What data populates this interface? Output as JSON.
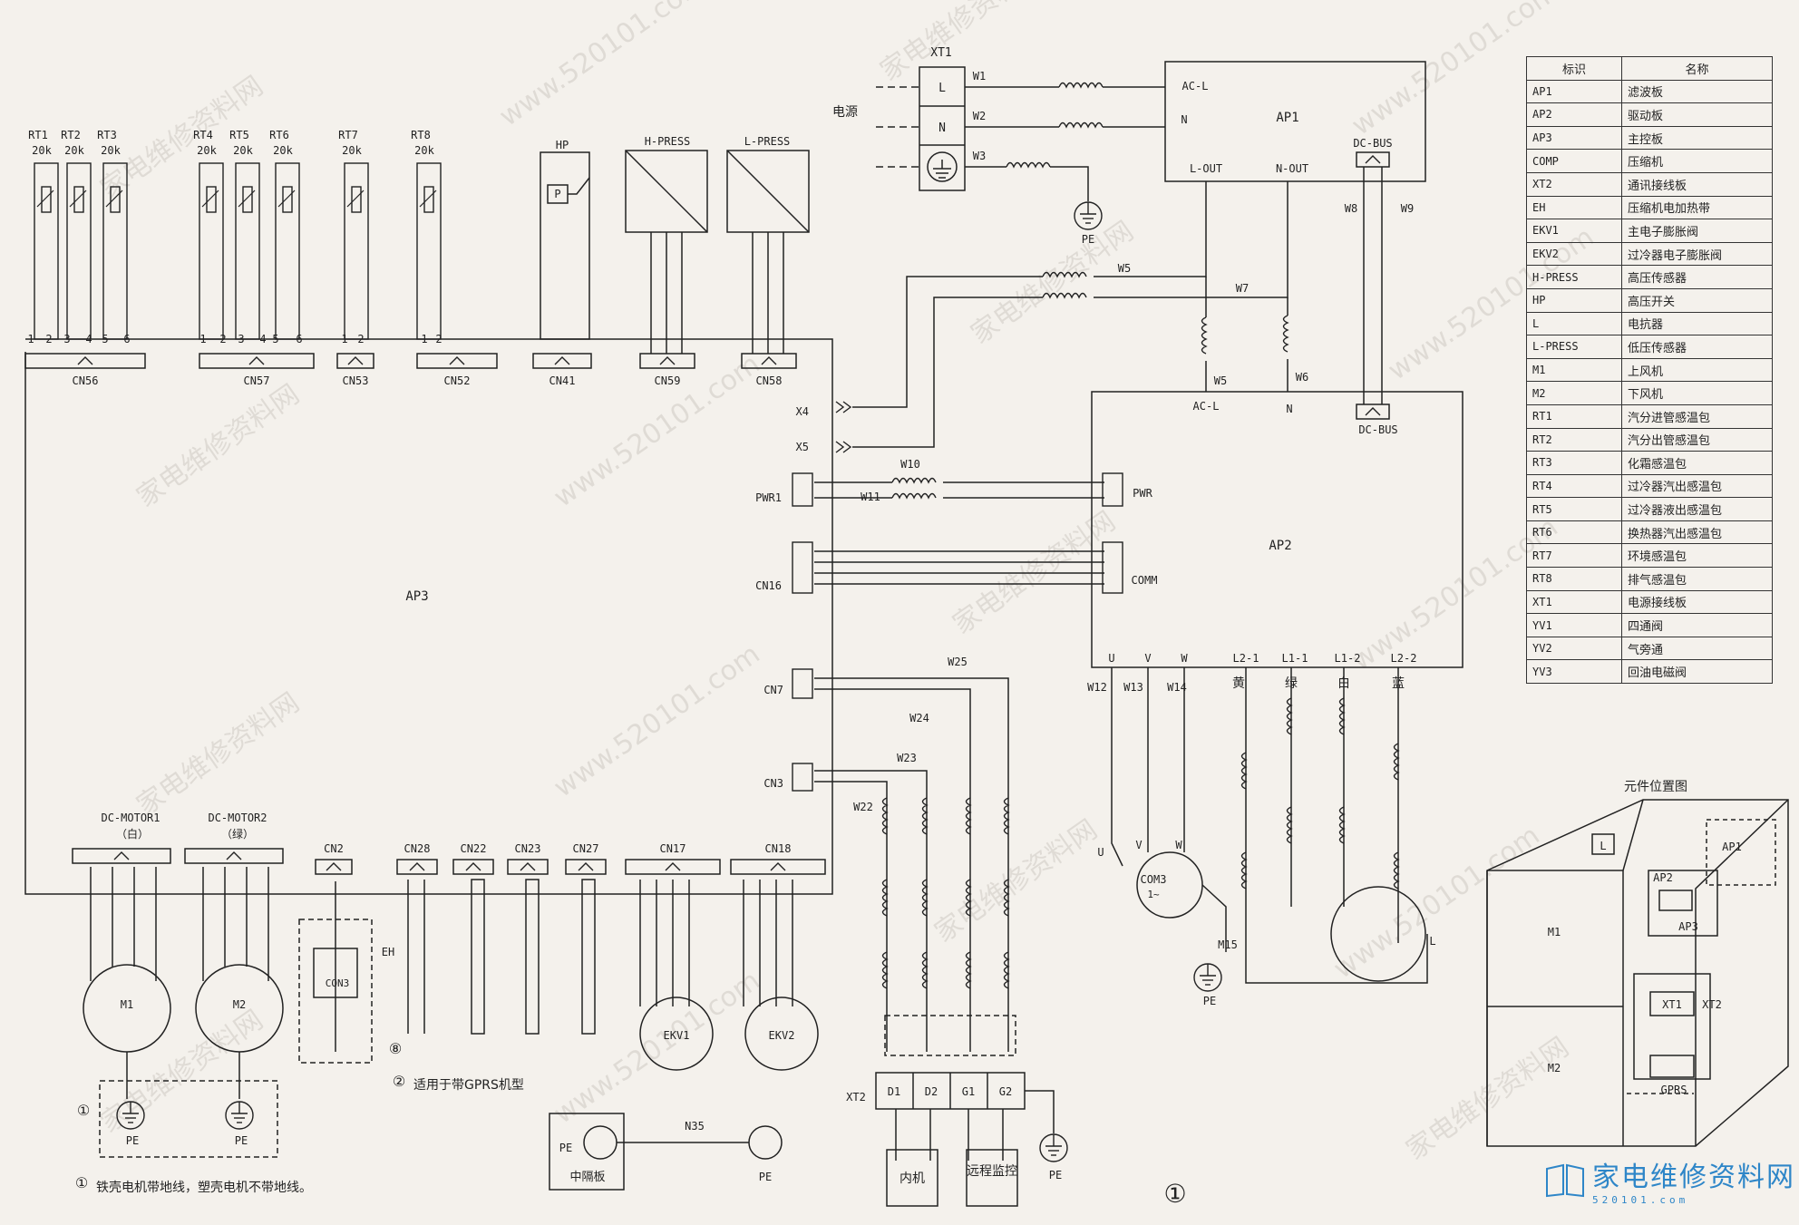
{
  "watermark": {
    "text_cn": "家电维修资料网",
    "text_url": "www.520101.com"
  },
  "power": {
    "terminal": "XT1",
    "label": "电源",
    "terminals": [
      "L",
      "N"
    ],
    "pe": "PE"
  },
  "boards": {
    "ap1": "AP1",
    "ap2": "AP2",
    "ap3": "AP3"
  },
  "ap1_ports": {
    "acl": "AC-L",
    "n": "N",
    "lout": "L-OUT",
    "nout": "N-OUT",
    "dcbus": "DC-BUS"
  },
  "ap2_ports": {
    "acl": "AC-L",
    "n": "N",
    "dcbus": "DC-BUS",
    "pwr": "PWR",
    "comm": "COMM",
    "outputs": [
      "U",
      "V",
      "W",
      "L2-1",
      "L1-1",
      "L1-2",
      "L2-2"
    ]
  },
  "ap3_ports": {
    "x4": "X4",
    "x5": "X5",
    "pwr1": "PWR1",
    "cn16": "CN16",
    "cn7": "CN7",
    "cn3": "CN3"
  },
  "wires": {
    "w1": "W1",
    "w2": "W2",
    "w3": "W3",
    "w5": "W5",
    "w5b": "W5",
    "w6": "W6",
    "w7": "W7",
    "w8": "W8",
    "w9": "W9",
    "w10": "W10",
    "w11": "W11",
    "w12": "W12",
    "w13": "W13",
    "w14": "W14",
    "w22": "W22",
    "w23": "W23",
    "w24": "W24",
    "w25": "W25",
    "n35": "N35",
    "m15": "M15"
  },
  "wire_colors": [
    "黄",
    "绿",
    "白",
    "蓝"
  ],
  "sensors": [
    {
      "name": "RT1",
      "value": "20k"
    },
    {
      "name": "RT2",
      "value": "20k"
    },
    {
      "name": "RT3",
      "value": "20k"
    },
    {
      "name": "RT4",
      "value": "20k"
    },
    {
      "name": "RT5",
      "value": "20k"
    },
    {
      "name": "RT6",
      "value": "20k"
    },
    {
      "name": "RT7",
      "value": "20k"
    },
    {
      "name": "RT8",
      "value": "20k"
    }
  ],
  "pin_numbers": [
    "1",
    "2",
    "3",
    "4",
    "5",
    "6"
  ],
  "pin_numbers_2": [
    "1",
    "2"
  ],
  "switches": {
    "hp": "HP",
    "hp_symbol": "P",
    "hpress": "H-PRESS",
    "lpress": "L-PRESS"
  },
  "top_connectors": [
    "CN56",
    "CN57",
    "CN53",
    "CN52",
    "CN41",
    "CN59",
    "CN58"
  ],
  "bottom_connectors": [
    "CN2",
    "CN28",
    "CN22",
    "CN23",
    "CN27",
    "CN17",
    "CN18"
  ],
  "motors": {
    "dc1": "DC-MOTOR1",
    "dc1_color": "（白）",
    "dc2": "DC-MOTOR2",
    "dc2_color": "（绿）",
    "m1": "M1",
    "m2": "M2",
    "ekv1": "EKV1",
    "ekv2": "EKV2",
    "eh": "EH",
    "con3": "CON3",
    "comp": "COM3",
    "comp_phase": "1~",
    "l": "L"
  },
  "xt2": {
    "name": "XT2",
    "terminals": [
      "D1",
      "D2",
      "G1",
      "G2"
    ],
    "indoor": "内机",
    "remote": "远程监控"
  },
  "middle_plate": "中隔板",
  "pe": "PE",
  "notes": {
    "n1_mark": "①",
    "n1": "铁壳电机带地线，塑壳电机不带地线。",
    "n2_mark": "②",
    "n2": "适用于带GPRS机型",
    "n8_mark": "⑧",
    "page_mark": "①"
  },
  "legend": {
    "headers": [
      "标识",
      "名称"
    ],
    "rows": [
      [
        "AP1",
        "滤波板"
      ],
      [
        "AP2",
        "驱动板"
      ],
      [
        "AP3",
        "主控板"
      ],
      [
        "COMP",
        "压缩机"
      ],
      [
        "XT2",
        "通讯接线板"
      ],
      [
        "EH",
        "压缩机电加热带"
      ],
      [
        "EKV1",
        "主电子膨胀阀"
      ],
      [
        "EKV2",
        "过冷器电子膨胀阀"
      ],
      [
        "H-PRESS",
        "高压传感器"
      ],
      [
        "HP",
        "高压开关"
      ],
      [
        "L",
        "电抗器"
      ],
      [
        "L-PRESS",
        "低压传感器"
      ],
      [
        "M1",
        "上风机"
      ],
      [
        "M2",
        "下风机"
      ],
      [
        "RT1",
        "汽分进管感温包"
      ],
      [
        "RT2",
        "汽分出管感温包"
      ],
      [
        "RT3",
        "化霜感温包"
      ],
      [
        "RT4",
        "过冷器汽出感温包"
      ],
      [
        "RT5",
        "过冷器液出感温包"
      ],
      [
        "RT6",
        "换热器汽出感温包"
      ],
      [
        "RT7",
        "环境感温包"
      ],
      [
        "RT8",
        "排气感温包"
      ],
      [
        "XT1",
        "电源接线板"
      ],
      [
        "YV1",
        "四通阀"
      ],
      [
        "YV2",
        "气旁通"
      ],
      [
        "YV3",
        "回油电磁阀"
      ]
    ]
  },
  "placement": {
    "title": "元件位置图",
    "items": [
      "L",
      "AP1",
      "AP2",
      "AP3",
      "M1",
      "M2",
      "XT1",
      "XT2",
      "GPRS"
    ]
  },
  "logo": {
    "name": "家电维修资料网",
    "url": "520101.com"
  }
}
